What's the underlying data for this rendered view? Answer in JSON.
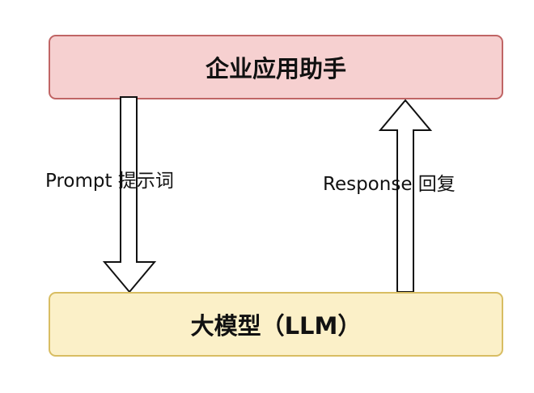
{
  "diagram": {
    "top_box": {
      "label": "企业应用助手",
      "fill": "#f6d0d0",
      "stroke": "#c06565"
    },
    "bottom_box": {
      "label": "大模型（LLM）",
      "fill": "#fbf0c8",
      "stroke": "#d8bd62"
    },
    "down_arrow": {
      "label": "Prompt  提示词"
    },
    "up_arrow": {
      "label": "Response 回复"
    }
  }
}
